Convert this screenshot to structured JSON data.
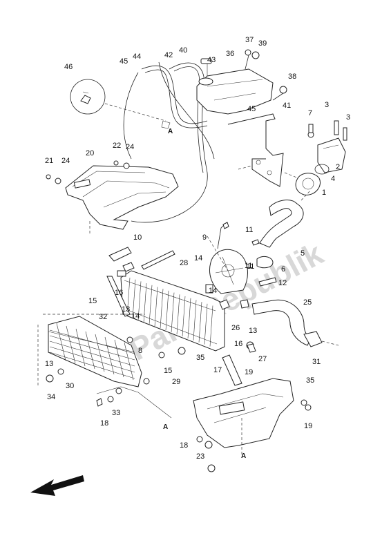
{
  "watermark": "PartsRepublik",
  "callouts": [
    "37",
    "39",
    "40",
    "36",
    "44",
    "45",
    "42",
    "43",
    "46",
    "38",
    "41",
    "7",
    "3",
    "3",
    "45",
    "21",
    "24",
    "20",
    "22",
    "24",
    "2",
    "4",
    "1",
    "11",
    "5",
    "9",
    "10",
    "11",
    "6",
    "28",
    "14",
    "16",
    "12",
    "15",
    "14",
    "11",
    "25",
    "13",
    "32",
    "14",
    "26",
    "13",
    "8",
    "16",
    "27",
    "31",
    "35",
    "13",
    "15",
    "17",
    "19",
    "35",
    "29",
    "30",
    "34",
    "33",
    "18",
    "19",
    "18",
    "23"
  ],
  "ref_letter": "A",
  "arrow_icon": "direction-arrow-icon",
  "colors": {
    "line": "#222222",
    "background": "#ffffff",
    "watermark": "#d8d8d8"
  }
}
